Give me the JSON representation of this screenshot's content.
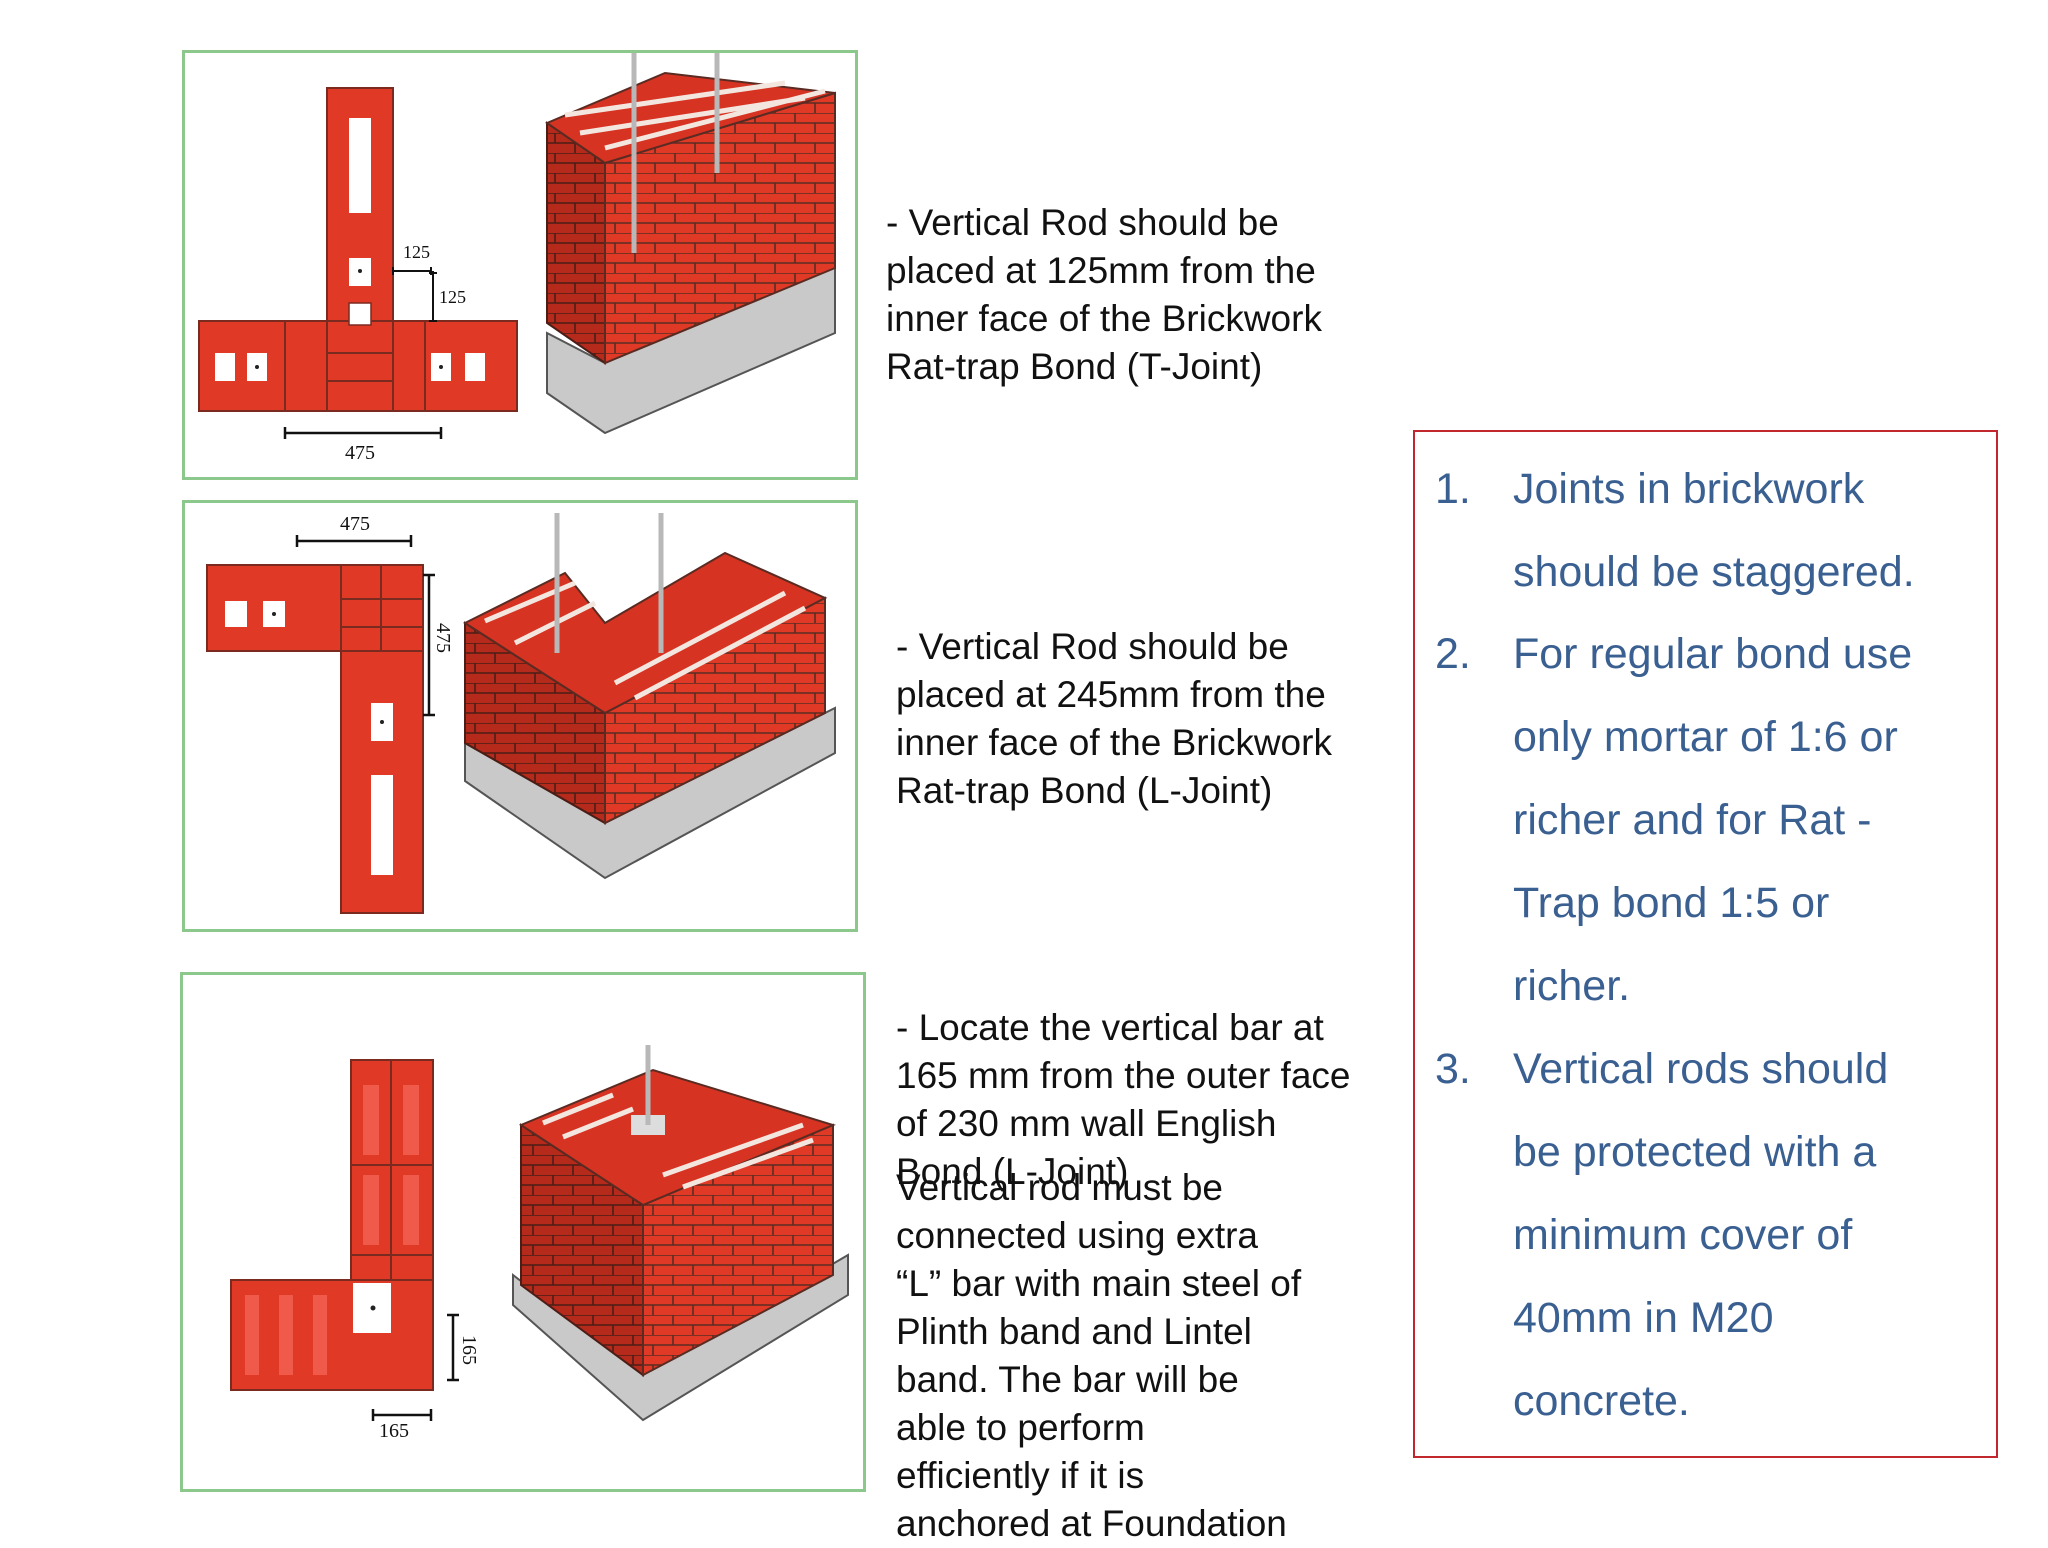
{
  "figures": [
    {
      "title": "T-Joint rat-trap bond plan and isometric view",
      "dimensions": [
        "125",
        "125",
        "475"
      ],
      "caption_lines": [
        "- Vertical Rod should be",
        "placed at 125mm from the",
        "inner face of the Brickwork",
        "Rat-trap Bond (T-Joint)"
      ]
    },
    {
      "title": "L-Joint rat-trap bond plan and isometric view",
      "dimensions": [
        "475",
        "475"
      ],
      "caption_lines": [
        "- Vertical Rod should be",
        "placed at 245mm from the",
        "inner face of the Brickwork",
        "Rat-trap Bond (L-Joint)"
      ]
    },
    {
      "title": "L-Joint English bond plan and isometric view",
      "dimensions": [
        "165",
        "165"
      ],
      "caption_lines": [
        "- Locate the vertical bar at",
        "165 mm from the outer face",
        "of 230 mm wall English",
        "Bond (L-Joint)"
      ]
    }
  ],
  "extra_note_lines": [
    "Vertical rod must be",
    "connected using extra",
    "“L” bar with main steel of",
    "Plinth band and Lintel",
    "band. The bar will be",
    "able to perform",
    "efficiently if it is",
    "anchored at Foundation"
  ],
  "guidelines": [
    {
      "number": "1.",
      "lines": [
        "Joints in brickwork",
        "should be staggered."
      ]
    },
    {
      "number": "2.",
      "lines": [
        " For regular bond use",
        "only mortar of 1:6 or",
        "richer and for Rat -",
        "Trap bond 1:5 or",
        "richer."
      ]
    },
    {
      "number": "3.",
      "lines": [
        " Vertical rods should",
        "be protected with a",
        "minimum cover of",
        "40mm in M20",
        "concrete."
      ]
    }
  ],
  "colors": {
    "brick": "#e03a26",
    "brick_dark": "#a52418",
    "mortar": "#5a2b22",
    "panel_border": "#8cc78c",
    "notes_border": "#c0282d",
    "notes_text": "#3a5f91"
  }
}
